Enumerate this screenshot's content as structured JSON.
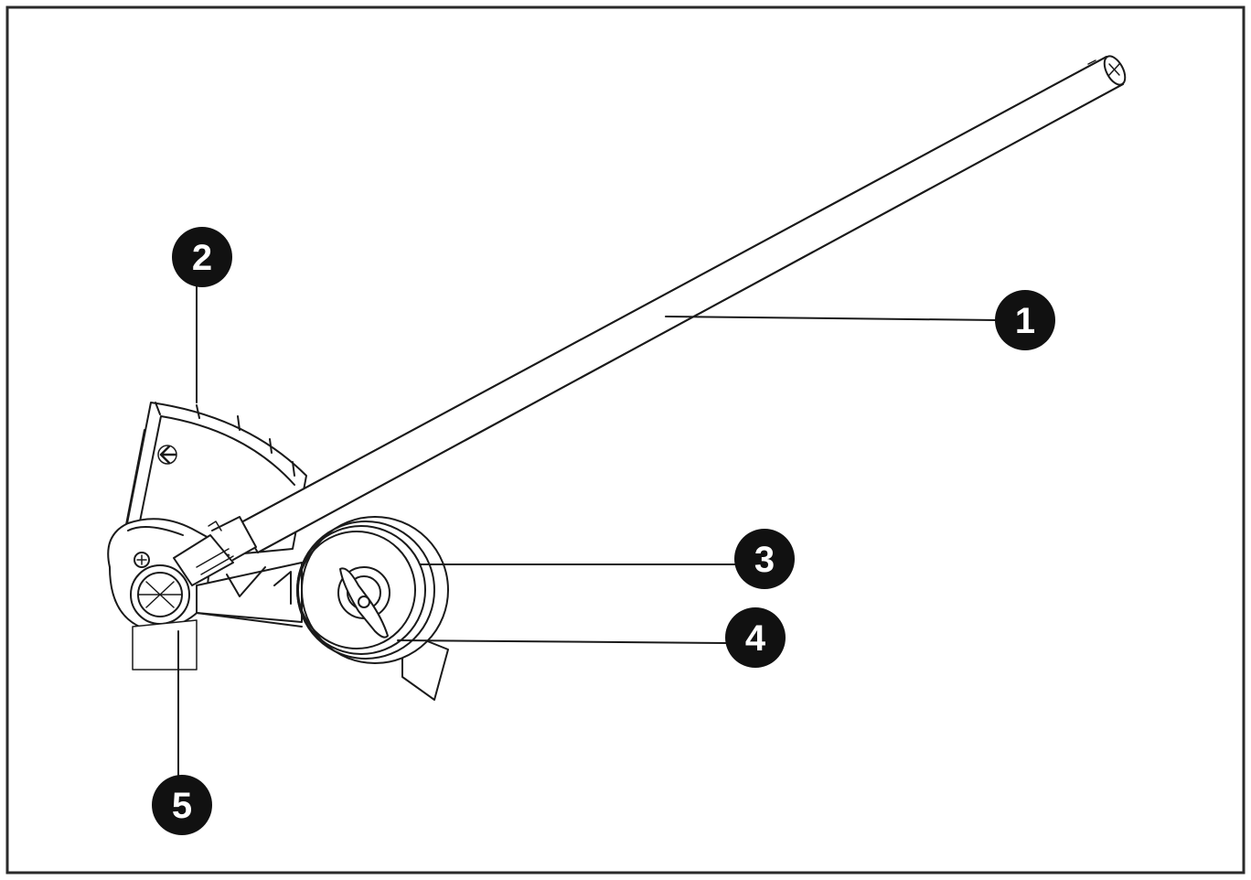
{
  "diagram": {
    "callouts": [
      {
        "id": "1",
        "label": "1"
      },
      {
        "id": "2",
        "label": "2"
      },
      {
        "id": "3",
        "label": "3"
      },
      {
        "id": "4",
        "label": "4"
      },
      {
        "id": "5",
        "label": "5"
      }
    ]
  },
  "colors": {
    "line": "#1a1a1a",
    "callout_fill": "#111111",
    "callout_text": "#ffffff",
    "background": "#ffffff"
  }
}
